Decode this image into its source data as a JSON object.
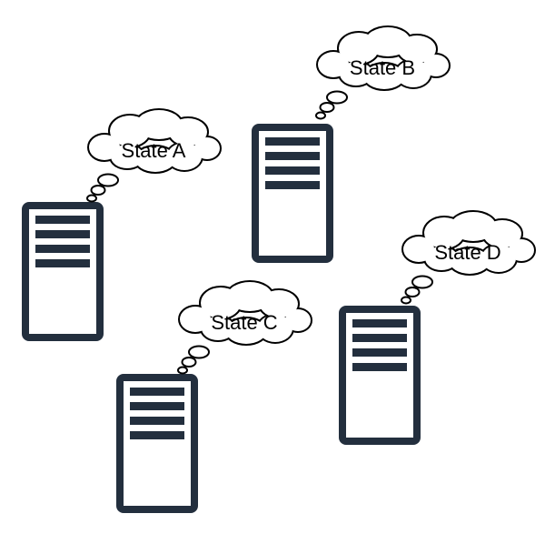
{
  "diagram": {
    "type": "thought-cloud-server-states",
    "background": "#ffffff",
    "colors": {
      "server": "#232F3E",
      "outline": "#000000",
      "fill": "#ffffff",
      "label": "#000000",
      "background": "#ffffff"
    },
    "nodes": [
      {
        "id": "a",
        "icon": "server-tower-icon",
        "label": "State A"
      },
      {
        "id": "b",
        "icon": "server-tower-icon",
        "label": "State B"
      },
      {
        "id": "c",
        "icon": "server-tower-icon",
        "label": "State C"
      },
      {
        "id": "d",
        "icon": "server-tower-icon",
        "label": "State D"
      }
    ]
  }
}
